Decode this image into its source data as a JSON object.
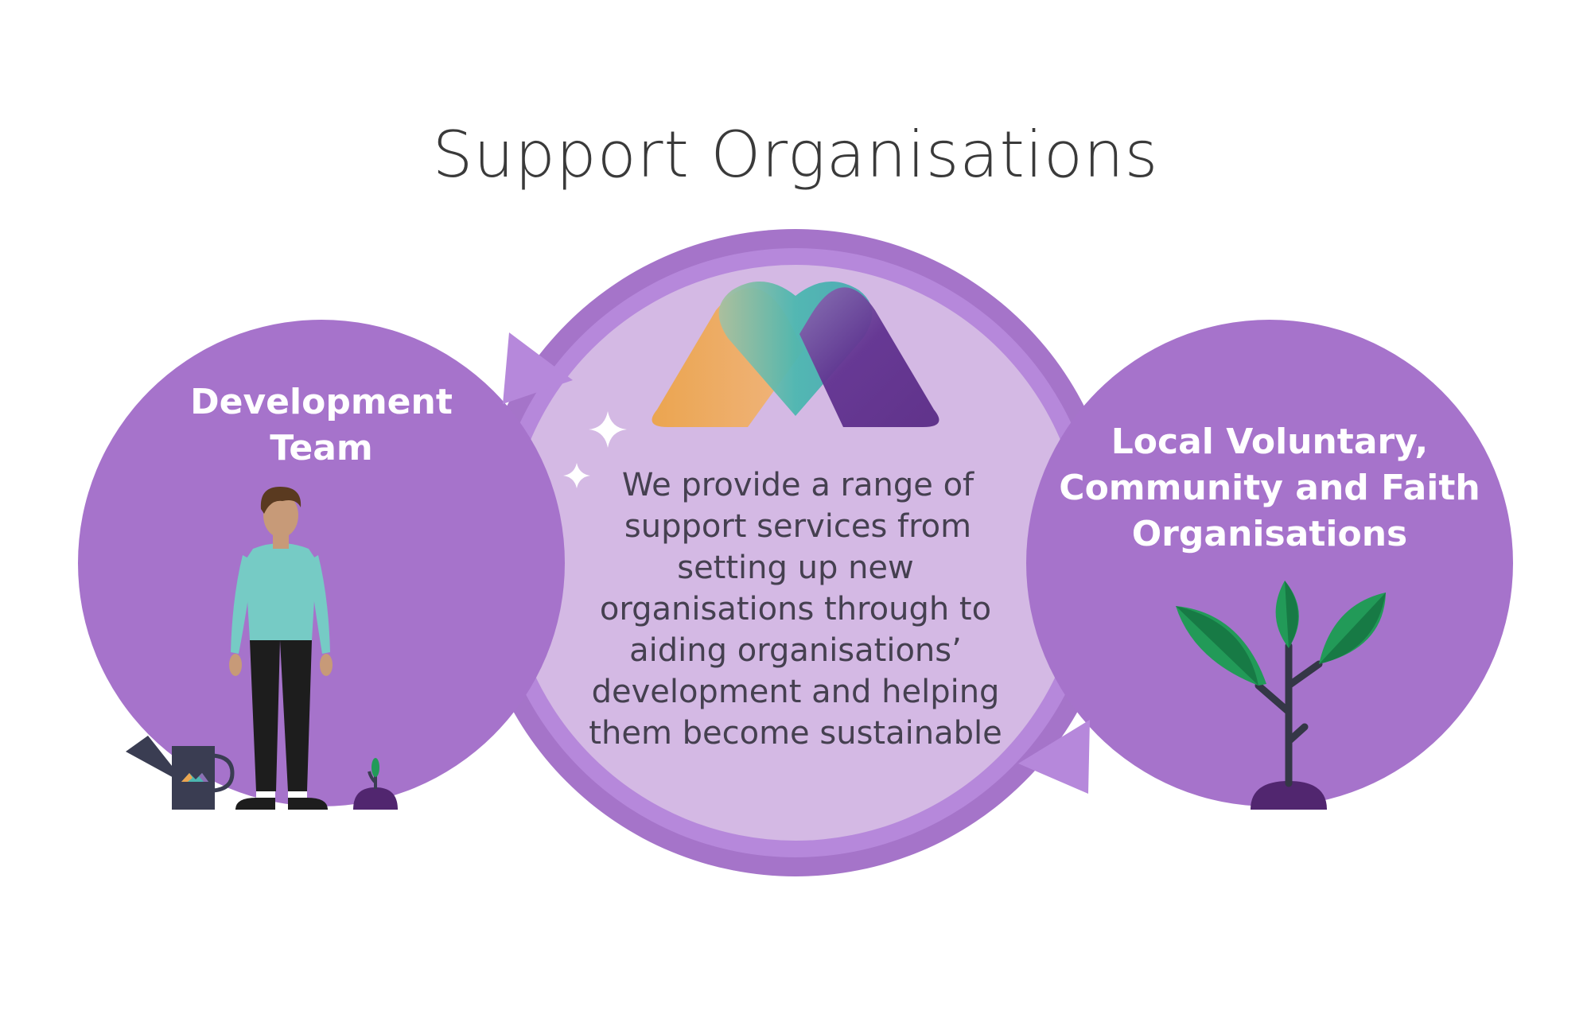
{
  "title": "Support Organisations",
  "left_circle": {
    "lines": [
      "Development",
      "Team"
    ]
  },
  "right_circle": {
    "lines": [
      "Local Voluntary,",
      "Community and Faith",
      "Organisations"
    ]
  },
  "center": {
    "lines": [
      "We provide a range of",
      "support services from",
      "setting up new",
      "organisations through to",
      "aiding organisations’",
      "development and helping",
      "them become sustainable"
    ]
  },
  "colors": {
    "outer_circle": "#a673cb",
    "center_fill": "#d4b9e4",
    "ring": "#b988dc",
    "orange": "#eba550",
    "teal": "#4cb7b0",
    "deep_purple": "#613290",
    "leaf": "#229a58",
    "soil": "#51266f"
  },
  "icons": [
    "logo-mark-icon",
    "sparkle-icon",
    "person-icon",
    "watering-can-icon",
    "seedling-icon",
    "plant-icon",
    "cycle-arrow-icon"
  ]
}
